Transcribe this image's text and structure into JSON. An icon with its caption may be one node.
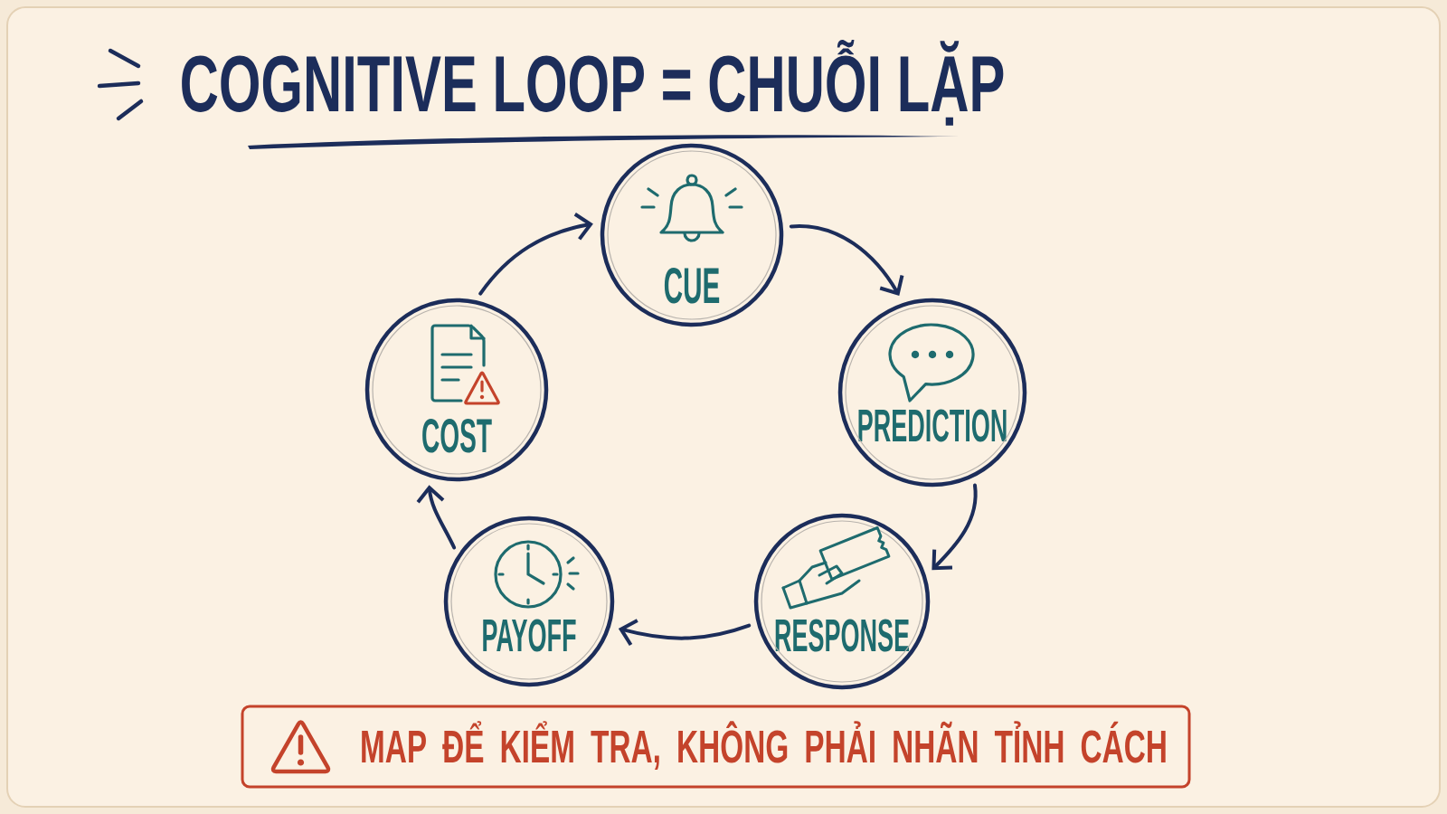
{
  "diagram": {
    "title": "COGNITIVE LOOP = CHUỖI LẶP",
    "nodes": [
      {
        "text": [
          "CUE"
        ]
      },
      {
        "text": [
          "PREDICTION"
        ]
      },
      {
        "text": [
          "RESPONSE"
        ]
      },
      {
        "text": [
          "PAYOFF"
        ]
      },
      {
        "text": [
          "COST"
        ]
      },
      {
        "text": [
          "MAP ĐỂ KIỂM TRA, KHÔNG PHẢI NHÃN TỈNH CÁCH"
        ]
      }
    ],
    "edges": [
      {
        "from": 0,
        "to": 1,
        "arrow": "to"
      },
      {
        "from": 1,
        "to": 2,
        "arrow": "to"
      },
      {
        "from": 2,
        "to": 3,
        "arrow": "to"
      },
      {
        "from": 3,
        "to": 4,
        "arrow": "to"
      },
      {
        "from": 4,
        "to": 0,
        "arrow": "to"
      }
    ]
  }
}
